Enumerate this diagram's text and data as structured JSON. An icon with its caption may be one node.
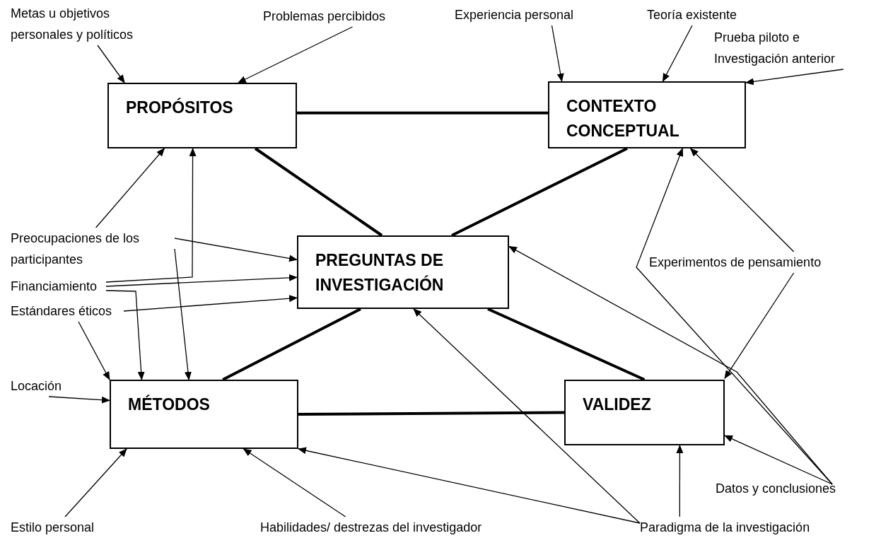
{
  "diagram": {
    "nodes": [
      {
        "text": [
          "PROPÓSITOS"
        ]
      },
      {
        "text": [
          "CONTEXTO CONCEPTUAL"
        ]
      },
      {
        "text": [
          "PREGUNTAS DE INVESTIGACIÓN"
        ]
      },
      {
        "text": [
          "MÉTODOS"
        ]
      },
      {
        "text": [
          "VALIDEZ"
        ]
      },
      {
        "text": [
          "Metas u objetivos personales y políticos"
        ]
      },
      {
        "text": [
          "Problemas percibidos"
        ]
      },
      {
        "text": [
          "Experiencia personal"
        ]
      },
      {
        "text": [
          "Teoría existente"
        ]
      },
      {
        "text": [
          "Prueba piloto e Investigación anterior"
        ]
      },
      {
        "text": [
          "Preocupaciones de los participantes"
        ]
      },
      {
        "text": [
          "Financiamiento"
        ]
      },
      {
        "text": [
          "Estándares éticos"
        ]
      },
      {
        "text": [
          "Locación"
        ]
      },
      {
        "text": [
          "Estilo personal"
        ]
      },
      {
        "text": [
          "Habilidades/ destrezas del investigador"
        ]
      },
      {
        "text": [
          "Paradigma de la investigación"
        ]
      },
      {
        "text": [
          "Experimentos de pensamiento"
        ]
      },
      {
        "text": [
          "Datos y conclusiones"
        ]
      }
    ],
    "edges": [
      {
        "from": 0,
        "to": 1,
        "arrow": "none",
        "style": "thick"
      },
      {
        "from": 0,
        "to": 2,
        "arrow": "none",
        "style": "thick"
      },
      {
        "from": 1,
        "to": 2,
        "arrow": "none",
        "style": "thick"
      },
      {
        "from": 2,
        "to": 3,
        "arrow": "none",
        "style": "thick"
      },
      {
        "from": 2,
        "to": 4,
        "arrow": "none",
        "style": "thick"
      },
      {
        "from": 3,
        "to": 4,
        "arrow": "none",
        "style": "thick"
      },
      {
        "from": 5,
        "to": 0,
        "arrow": "to"
      },
      {
        "from": 6,
        "to": 0,
        "arrow": "to"
      },
      {
        "from": 7,
        "to": 1,
        "arrow": "to"
      },
      {
        "from": 8,
        "to": 1,
        "arrow": "to"
      },
      {
        "from": 9,
        "to": 1,
        "arrow": "to"
      },
      {
        "from": 10,
        "to": 0,
        "arrow": "to"
      },
      {
        "from": 10,
        "to": 2,
        "arrow": "to"
      },
      {
        "from": 10,
        "to": 3,
        "arrow": "to"
      },
      {
        "from": 11,
        "to": 0,
        "arrow": "to"
      },
      {
        "from": 11,
        "to": 2,
        "arrow": "to"
      },
      {
        "from": 11,
        "to": 3,
        "arrow": "to"
      },
      {
        "from": 12,
        "to": 2,
        "arrow": "to"
      },
      {
        "from": 12,
        "to": 3,
        "arrow": "to"
      },
      {
        "from": 13,
        "to": 3,
        "arrow": "to"
      },
      {
        "from": 14,
        "to": 3,
        "arrow": "to"
      },
      {
        "from": 15,
        "to": 3,
        "arrow": "to"
      },
      {
        "from": 16,
        "to": 3,
        "arrow": "to"
      },
      {
        "from": 16,
        "to": 2,
        "arrow": "to"
      },
      {
        "from": 16,
        "to": 4,
        "arrow": "to"
      },
      {
        "from": 17,
        "to": 1,
        "arrow": "to"
      },
      {
        "from": 17,
        "to": 4,
        "arrow": "to"
      },
      {
        "from": 18,
        "to": 1,
        "arrow": "to"
      },
      {
        "from": 18,
        "to": 2,
        "arrow": "to"
      },
      {
        "from": 18,
        "to": 4,
        "arrow": "to"
      }
    ]
  }
}
